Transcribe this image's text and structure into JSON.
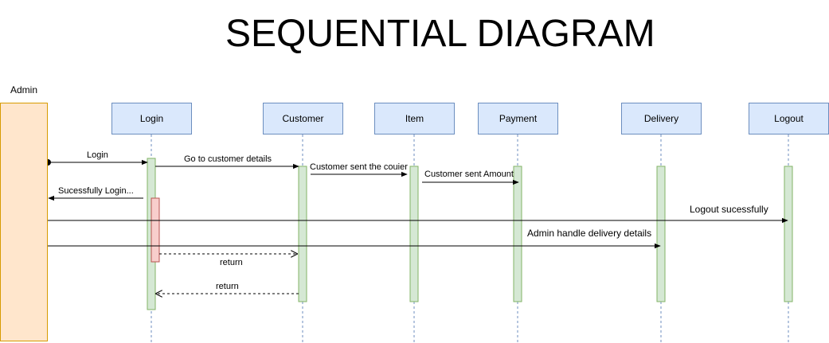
{
  "title": "SEQUENTIAL DIAGRAM",
  "admin": {
    "label": "Admin"
  },
  "participants": [
    {
      "id": "login",
      "label": "Login"
    },
    {
      "id": "customer",
      "label": "Customer"
    },
    {
      "id": "item",
      "label": "Item"
    },
    {
      "id": "payment",
      "label": "Payment"
    },
    {
      "id": "delivery",
      "label": "Delivery"
    },
    {
      "id": "logout",
      "label": "Logout"
    }
  ],
  "messages": [
    {
      "label": "Login",
      "from": "admin",
      "to": "login",
      "style": "solid"
    },
    {
      "label": "Go to customer details",
      "from": "login",
      "to": "customer",
      "style": "solid"
    },
    {
      "label": "Customer sent the couier",
      "from": "customer",
      "to": "item",
      "style": "solid"
    },
    {
      "label": "Customer sent  Amount",
      "from": "item",
      "to": "payment",
      "style": "solid"
    },
    {
      "label": "Sucessfully Login...",
      "from": "login",
      "to": "admin",
      "style": "solid"
    },
    {
      "label": "Logout sucessfully",
      "from": "admin",
      "to": "logout",
      "style": "solid"
    },
    {
      "label": "Admin handle delivery details",
      "from": "admin",
      "to": "delivery",
      "style": "solid"
    },
    {
      "label": "return",
      "from": "login",
      "to": "customer",
      "style": "dashed"
    },
    {
      "label": "return",
      "from": "customer",
      "to": "login",
      "style": "dashed"
    }
  ],
  "colors": {
    "lifeline_head_fill": "#dae8fc",
    "lifeline_head_stroke": "#6c8ebf",
    "activation_fill": "#d5e8d4",
    "activation_stroke": "#82b366",
    "nested_activation_fill": "#f8cecc",
    "nested_activation_stroke": "#b85450",
    "admin_fill": "#ffe6cc",
    "admin_stroke": "#d79b00",
    "lifeline_dash": "#6c8ebf"
  }
}
